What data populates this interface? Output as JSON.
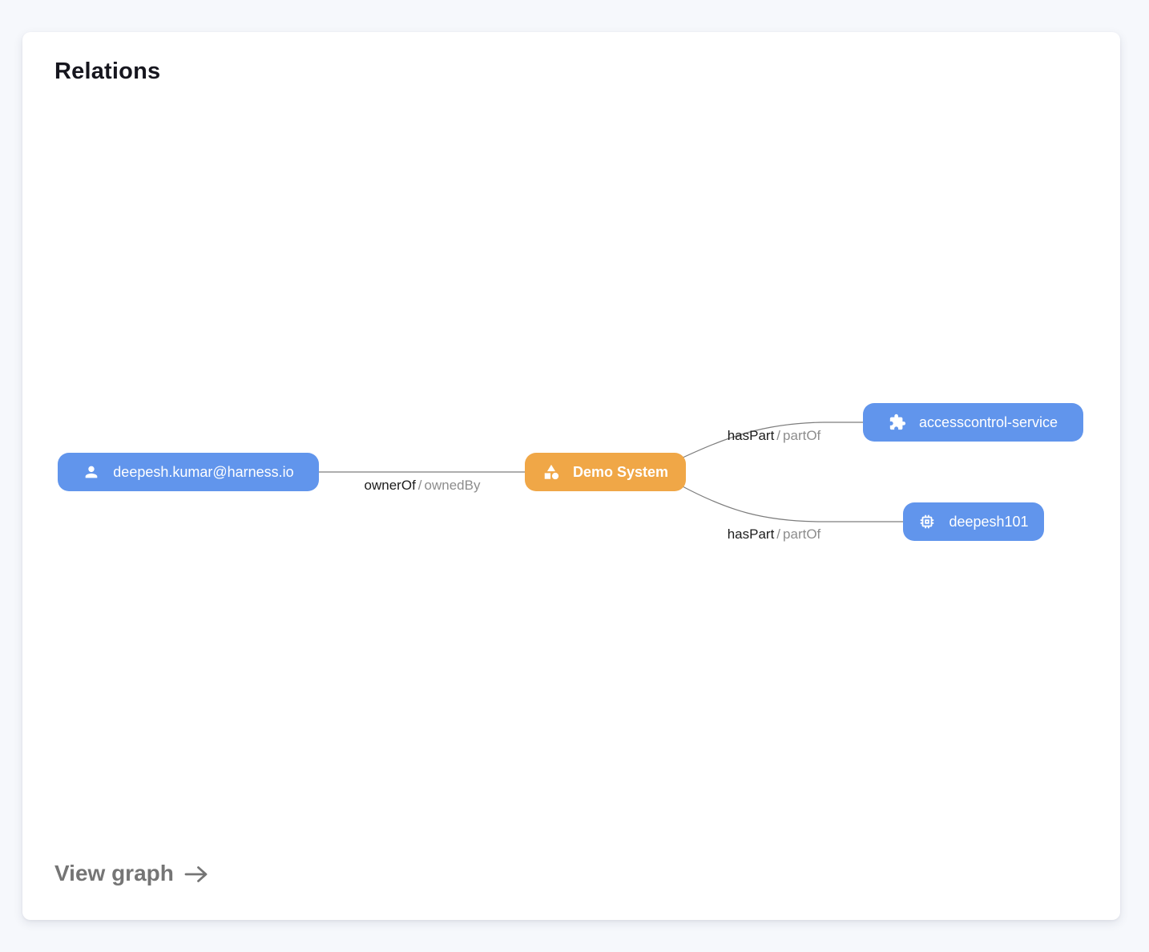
{
  "card": {
    "title": "Relations",
    "footer_link": "View graph"
  },
  "colors": {
    "page_bg": "#f6f8fc",
    "node_blue": "#6195ec",
    "node_orange": "#f0a747",
    "edge": "#7d7d7d",
    "label_primary": "#1c1c1c",
    "label_secondary": "#8d8d8d",
    "footer_gray": "#757575"
  },
  "graph": {
    "nodes": [
      {
        "id": "user",
        "label": "deepesh.kumar@harness.io",
        "icon": "person-icon",
        "color": "blue"
      },
      {
        "id": "system",
        "label": "Demo System",
        "icon": "category-icon",
        "color": "orange"
      },
      {
        "id": "service",
        "label": "accesscontrol-service",
        "icon": "extension-icon",
        "color": "blue"
      },
      {
        "id": "component",
        "label": "deepesh101",
        "icon": "memory-icon",
        "color": "blue"
      }
    ],
    "edges": [
      {
        "from": "user",
        "to": "system",
        "label_primary": "ownerOf",
        "separator": "/",
        "label_secondary": "ownedBy"
      },
      {
        "from": "system",
        "to": "service",
        "label_primary": "hasPart",
        "separator": "/",
        "label_secondary": "partOf"
      },
      {
        "from": "system",
        "to": "component",
        "label_primary": "hasPart",
        "separator": "/",
        "label_secondary": "partOf"
      }
    ]
  }
}
